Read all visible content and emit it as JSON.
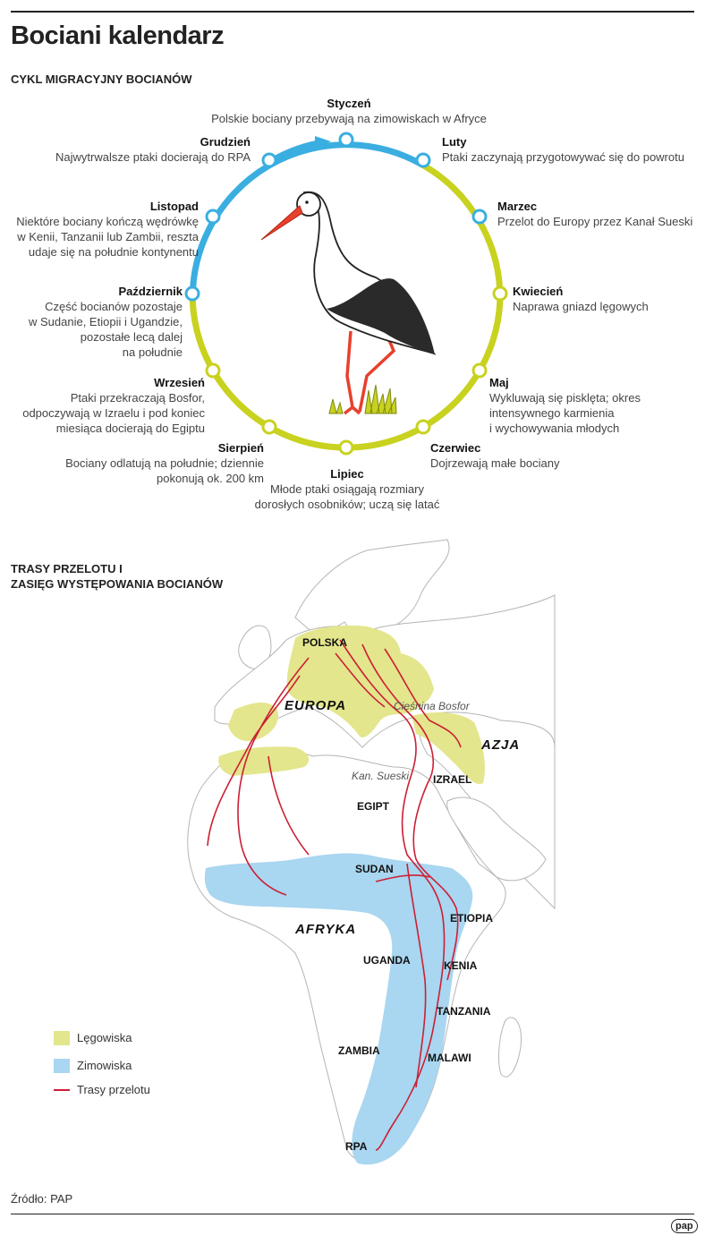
{
  "title": "Bociani kalendarz",
  "cycle_heading": "CYKL MIGRACYJNY BOCIANÓW",
  "colors": {
    "winter_circle": "#3aaee0",
    "summer_circle": "#c8d21f",
    "breeding": "#e3e68c",
    "wintering": "#a9d6f0",
    "routes": "#cc1f35",
    "stork_beak": "#e8402d"
  },
  "months": [
    {
      "name": "Styczeń",
      "desc": "Polskie bociany przebywają na zimowiskach w Afryce"
    },
    {
      "name": "Luty",
      "desc": "Ptaki zaczynają przygotowywać się do powrotu"
    },
    {
      "name": "Marzec",
      "desc": "Przelot do Europy przez Kanał Sueski"
    },
    {
      "name": "Kwiecień",
      "desc": "Naprawa gniazd lęgowych"
    },
    {
      "name": "Maj",
      "desc": "Wykluwają się pisklęta; okres\nintensywnego  karmienia\ni wychowywania młodych"
    },
    {
      "name": "Czerwiec",
      "desc": "Dojrzewają małe bociany"
    },
    {
      "name": "Lipiec",
      "desc": "Młode ptaki osiągają rozmiary\ndorosłych osobników; uczą się latać"
    },
    {
      "name": "Sierpień",
      "desc": "Bociany odlatują na południe; dziennie\npokonują ok. 200 km"
    },
    {
      "name": "Wrzesień",
      "desc": "Ptaki przekraczają Bosfor,\nodpoczywają w Izraelu i pod koniec\nmiesiąca docierają do Egiptu"
    },
    {
      "name": "Październik",
      "desc": "Część bocianów pozostaje\nw Sudanie, Etiopii i Ugandzie,\npozostałe lecą dalej\nna południe"
    },
    {
      "name": "Listopad",
      "desc": "Niektóre bociany kończą wędrówkę\nw Kenii, Tanzanii lub Zambii, reszta\nudaje się na południe kontynentu"
    },
    {
      "name": "Grudzień",
      "desc": "Najwytrwalsze ptaki docierają do RPA"
    }
  ],
  "map_heading": "TRASY PRZELOTU I\nZASIĘG WYSTĘPOWANIA BOCIANÓW",
  "map_labels": {
    "polska": "POLSKA",
    "europa": "EUROPA",
    "bosfor": "Cieśnina Bosfor",
    "azja": "AZJA",
    "sueski": "Kan. Sueski",
    "izrael": "IZRAEL",
    "egipt": "EGIPT",
    "sudan": "SUDAN",
    "afryka": "AFRYKA",
    "etiopia": "ETIOPIA",
    "uganda": "UGANDA",
    "kenia": "KENIA",
    "tanzania": "TANZANIA",
    "zambia": "ZAMBIA",
    "malawi": "MALAWI",
    "rpa": "RPA"
  },
  "legend": [
    {
      "label": "Lęgowiska"
    },
    {
      "label": "Zimowiska"
    },
    {
      "label": "Trasy przelotu"
    }
  ],
  "source": "Źródło: PAP",
  "logo": "pap"
}
